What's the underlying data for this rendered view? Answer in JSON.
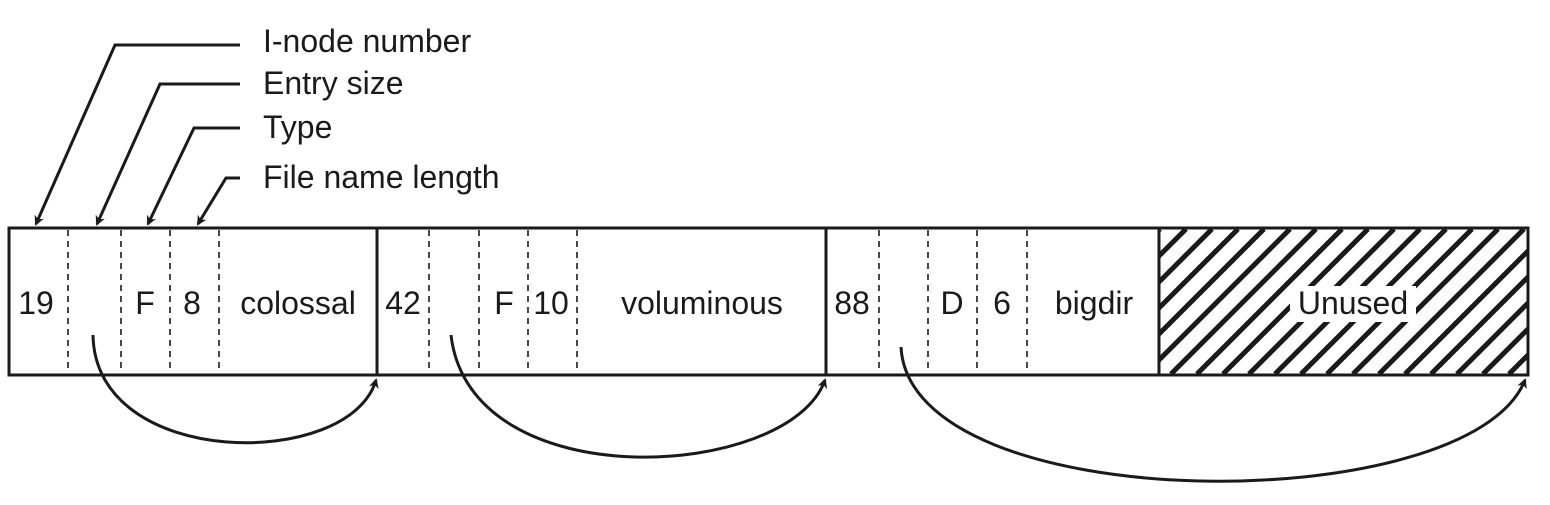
{
  "field_labels": {
    "inode_number": "I-node number",
    "entry_size": "Entry size",
    "type": "Type",
    "file_name_length": "File name length"
  },
  "entries": [
    {
      "inode": "19",
      "entry_size": "",
      "type": "F",
      "name_length": "8",
      "name": "colossal"
    },
    {
      "inode": "42",
      "entry_size": "",
      "type": "F",
      "name_length": "10",
      "name": "voluminous"
    },
    {
      "inode": "88",
      "entry_size": "",
      "type": "D",
      "name_length": "6",
      "name": "bigdir"
    }
  ],
  "unused_label": "Unused"
}
